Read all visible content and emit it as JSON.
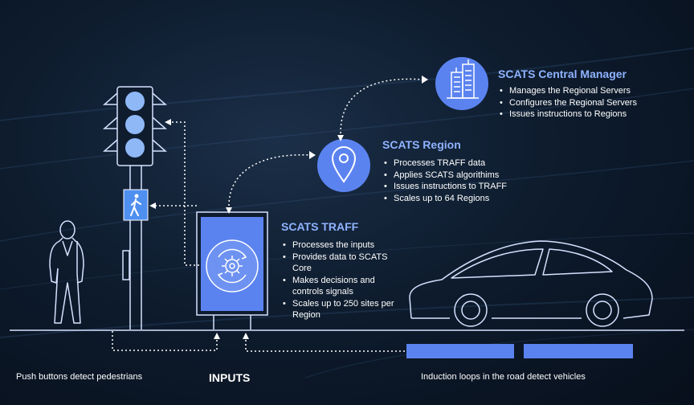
{
  "central_manager": {
    "title": "SCATS Central Manager",
    "icon": "building-icon",
    "bullets": [
      "Manages the Regional Servers",
      "Configures the Regional Servers",
      "Issues instructions to Regions"
    ]
  },
  "region": {
    "title": "SCATS Region",
    "icon": "location-pin-icon",
    "bullets": [
      "Processes TRAFF data",
      "Applies SCATS algorithims",
      "Issues instructions to TRAFF",
      "Scales up to 64 Regions"
    ]
  },
  "traff": {
    "title": "SCATS TRAFF",
    "icon": "gear-icon",
    "bullets": [
      "Processes the inputs",
      "Provides data to SCATS Core",
      "Makes decisions and controls signals",
      "Scales up to 250 sites per Region"
    ]
  },
  "captions": {
    "pedestrians": "Push buttons detect pedestrians",
    "inputs": "INPUTS",
    "vehicles": "Induction loops in the road detect vehicles"
  },
  "colors": {
    "accent": "#5b83f0",
    "title": "#8fb3ff",
    "background": "#0e1c2e",
    "outline": "#d6e1ff"
  }
}
